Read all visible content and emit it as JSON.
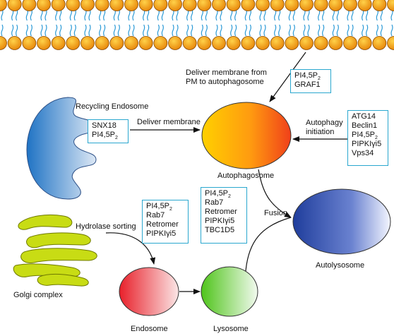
{
  "labels": {
    "recycling_endosome": "Recycling Endosome",
    "deliver_membrane": "Deliver membrane",
    "deliver_pm_line1": "Deliver membrane from",
    "deliver_pm_line2": "PM to autophagosome",
    "autophagy_line1": "Autophagy",
    "autophagy_line2": "initiation",
    "autophagosome": "Autophagosome",
    "hydrolase_sorting": "Hydrolase sorting",
    "fusion": "Fusion",
    "autolysosome": "Autolysosome",
    "golgi_complex": "Golgi complex",
    "endosome": "Endosome",
    "lysosome": "Lysosome"
  },
  "boxes": {
    "pm": [
      "PI4,5P|2",
      "GRAF1"
    ],
    "recycling": [
      "SNX18",
      "PI4,5P|2"
    ],
    "initiation": [
      "ATG14",
      "Beclin1",
      "PI4,5P|2",
      "PIPKIγi5",
      "Vps34"
    ],
    "sorting": [
      "PI4,5P|2",
      "Rab7",
      "Retromer",
      "PIPKIγi5"
    ],
    "fusion": [
      "PI4,5P|2",
      "Rab7",
      "Retromer",
      "PIPKIγi5",
      "TBC1D5"
    ]
  },
  "colors": {
    "lipid_head": "#f5a623",
    "lipid_tail": "#2c9ad6",
    "box_border": "#2aa7cf",
    "golgi": "#c8dc14"
  }
}
